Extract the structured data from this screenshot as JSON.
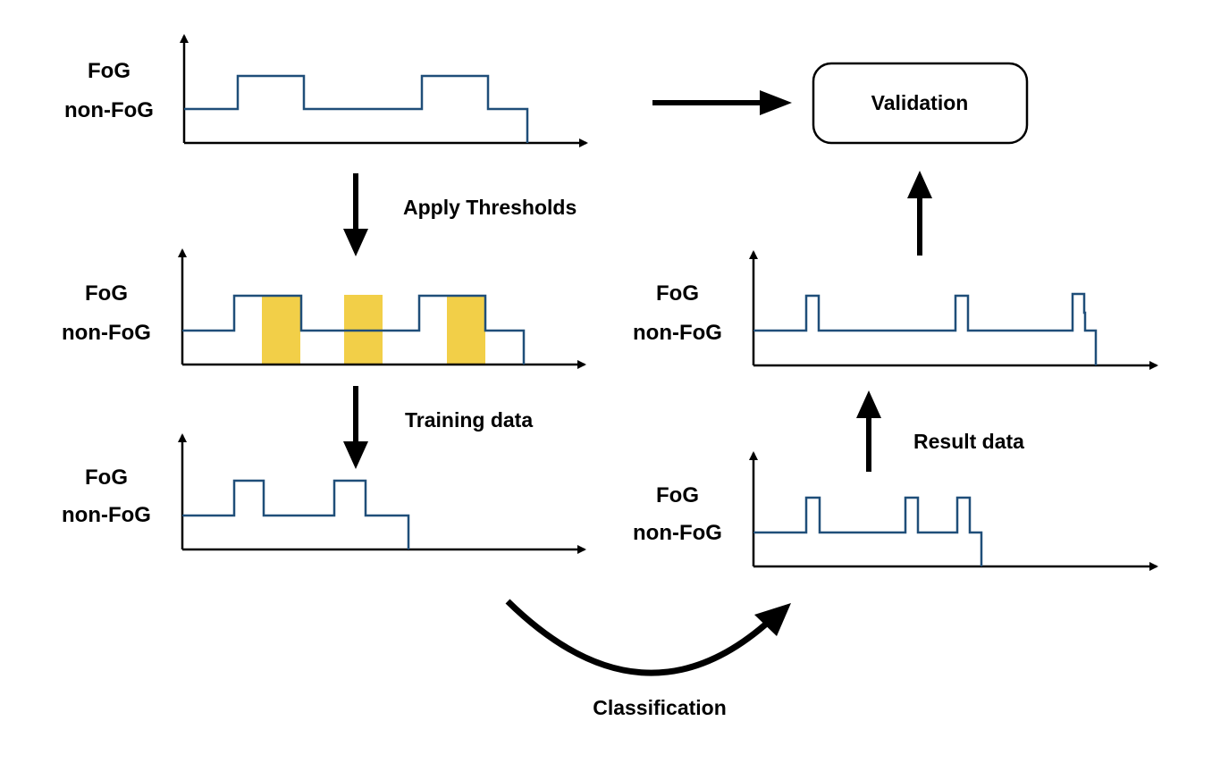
{
  "colors": {
    "signal": "#1f4e79",
    "highlight": "#f2cf48",
    "arrow": "#000000",
    "background": "#ffffff"
  },
  "labels": {
    "fog": "FoG",
    "non_fog": "non-FoG"
  },
  "steps": {
    "apply_thresholds": "Apply Thresholds",
    "training_data": "Training data",
    "classification": "Classification",
    "result_data": "Result data"
  },
  "validation": {
    "label": "Validation"
  },
  "panels": [
    {
      "id": "original-signal",
      "has_highlights": false
    },
    {
      "id": "thresholded-signal",
      "has_highlights": true
    },
    {
      "id": "training-signal",
      "has_highlights": false
    },
    {
      "id": "result-signal",
      "has_highlights": false
    },
    {
      "id": "validated-signal",
      "has_highlights": false
    }
  ]
}
